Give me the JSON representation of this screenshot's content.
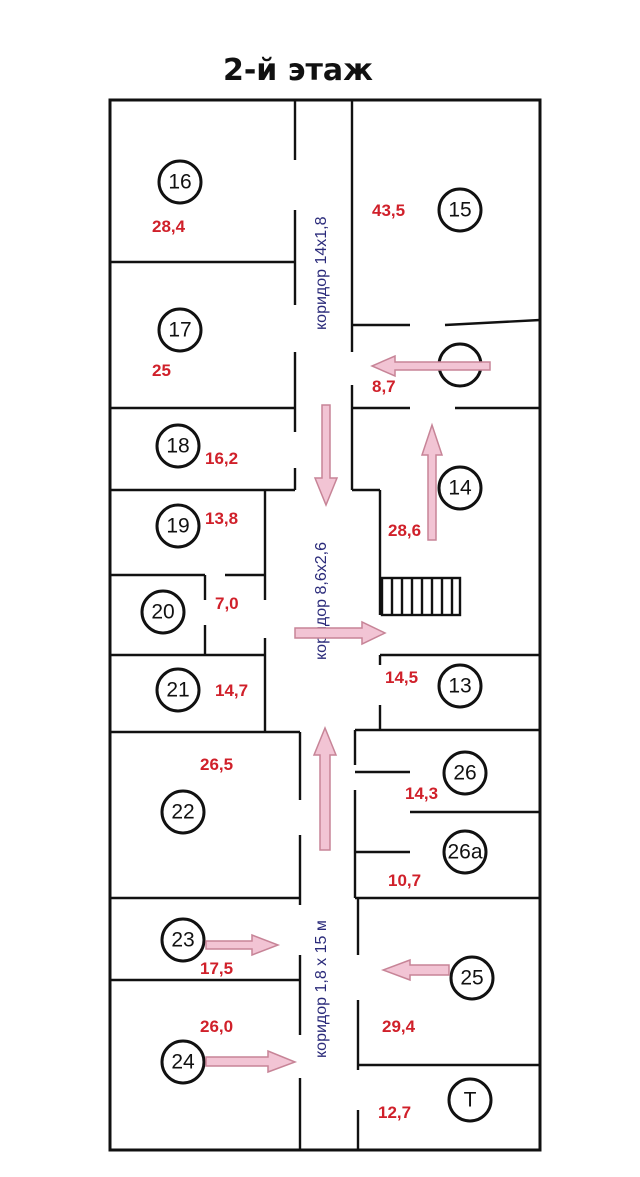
{
  "title": "2-й этаж",
  "corridors": [
    {
      "label": "коридор 14х1,8"
    },
    {
      "label": "коридор 8,6х2,6"
    },
    {
      "label": "коридор 1,8 х 15 м"
    }
  ],
  "rooms": [
    {
      "number": "16",
      "area": "28,4"
    },
    {
      "number": "17",
      "area": "25"
    },
    {
      "number": "15",
      "area": "43,5"
    },
    {
      "number": "",
      "area": "8,7"
    },
    {
      "number": "18",
      "area": "16,2"
    },
    {
      "number": "14",
      "area": "28,6"
    },
    {
      "number": "19",
      "area": "13,8"
    },
    {
      "number": "20",
      "area": "7,0"
    },
    {
      "number": "21",
      "area": "14,7"
    },
    {
      "number": "13",
      "area": "14,5"
    },
    {
      "number": "22",
      "area": "26,5"
    },
    {
      "number": "26",
      "area": "14,3"
    },
    {
      "number": "26а",
      "area": "10,7"
    },
    {
      "number": "23",
      "area": "17,5"
    },
    {
      "number": "25",
      "area": "29,4"
    },
    {
      "number": "24",
      "area": "26,0"
    },
    {
      "number": "Т",
      "area": "12,7"
    }
  ],
  "colors": {
    "area": "#d0202a",
    "corridor": "#2a2a7a",
    "arrow": "#f2c4d4"
  }
}
